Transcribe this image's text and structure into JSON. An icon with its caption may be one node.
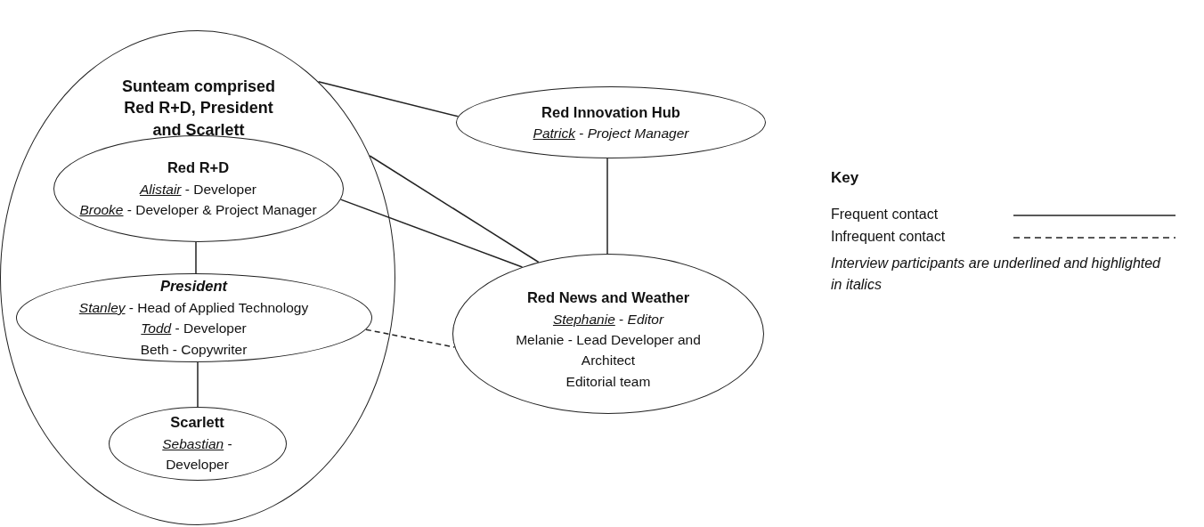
{
  "diagram": {
    "nodes": [
      {
        "text": [
          "Sunteam comprised Red R+D, President and Scarlett"
        ]
      },
      {
        "text": [
          "Red R+D",
          "*Alistair* - Developer",
          "*Brooke* - Developer & Project Manager"
        ],
        "in": 0
      },
      {
        "text": [
          "President",
          "*Stanley* - Head of Applied Technology",
          "*Todd* - Developer",
          "Beth - Copywriter"
        ],
        "in": 0
      },
      {
        "text": [
          "Scarlett",
          "*Sebastian* - Developer"
        ],
        "in": 0
      },
      {
        "text": [
          "Red Innovation Hub",
          "*Patrick* - *Project Manager*"
        ]
      },
      {
        "text": [
          "Red News and Weather",
          "*Stephanie* - *Editor*",
          "Melanie - Lead Developer and Architect",
          "Editorial team"
        ]
      }
    ],
    "edges": [
      {
        "from": 0,
        "to": 4,
        "arrow": "none"
      },
      {
        "from": 0,
        "to": 5,
        "arrow": "none"
      },
      {
        "from": 1,
        "to": 5,
        "arrow": "none"
      },
      {
        "from": 4,
        "to": 5,
        "arrow": "none"
      },
      {
        "from": 1,
        "to": 2,
        "arrow": "none"
      },
      {
        "from": 2,
        "to": 3,
        "arrow": "none"
      },
      {
        "from": 2,
        "to": 5,
        "arrow": "none",
        "style": "dashed"
      }
    ],
    "labels": [
      "Key",
      "*Interview participants are underlined and highlighted in italics*"
    ],
    "legend": [
      {
        "text": "Frequent contact"
      },
      {
        "text": "Infrequent contact"
      }
    ]
  }
}
